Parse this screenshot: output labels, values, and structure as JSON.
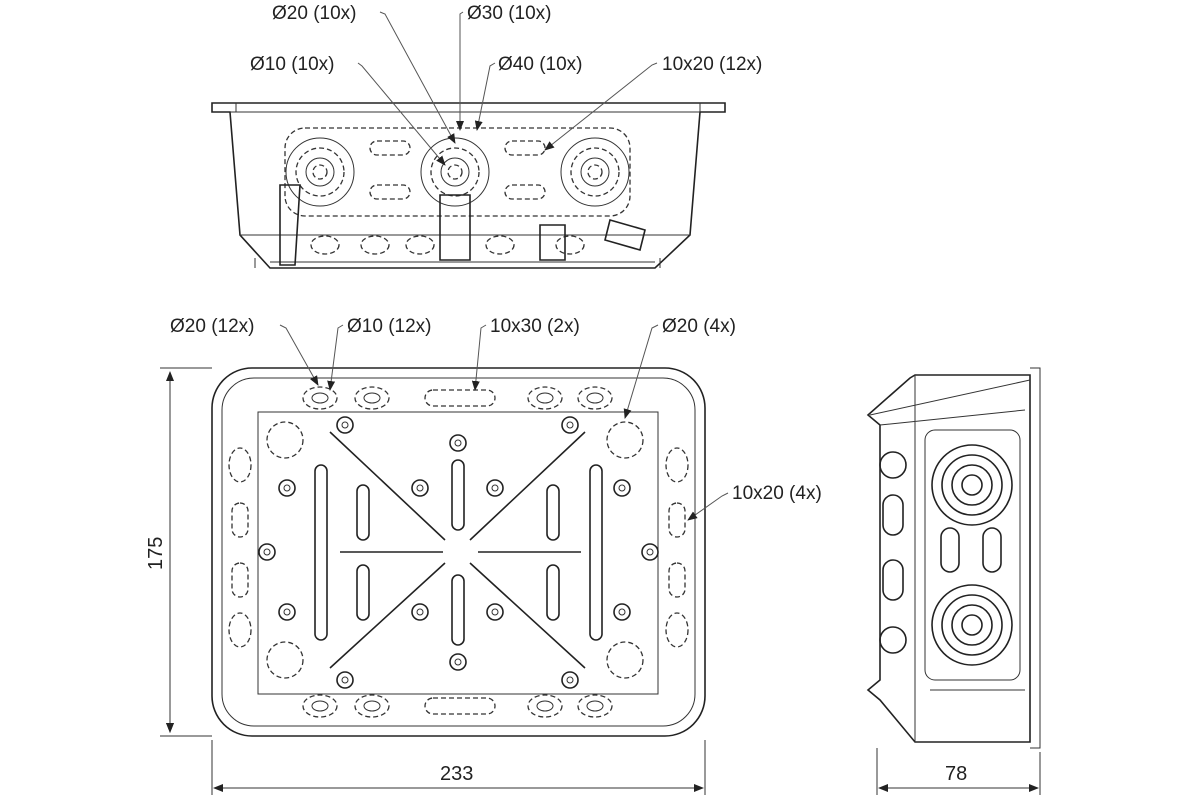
{
  "front_view": {
    "callouts": [
      {
        "text": "Ø20 (10x)"
      },
      {
        "text": "Ø30 (10x)"
      },
      {
        "text": "Ø10 (10x)"
      },
      {
        "text": "Ø40 (10x)"
      },
      {
        "text": "10x20 (12x)"
      }
    ]
  },
  "plan_view": {
    "callouts": [
      {
        "text": "Ø20 (12x)"
      },
      {
        "text": "Ø10 (12x)"
      },
      {
        "text": "10x30 (2x)"
      },
      {
        "text": "Ø20 (4x)"
      },
      {
        "text": "10x20 (4x)"
      }
    ],
    "dimensions": {
      "height": "175",
      "width": "233"
    }
  },
  "side_view": {
    "dimensions": {
      "depth": "78"
    }
  }
}
